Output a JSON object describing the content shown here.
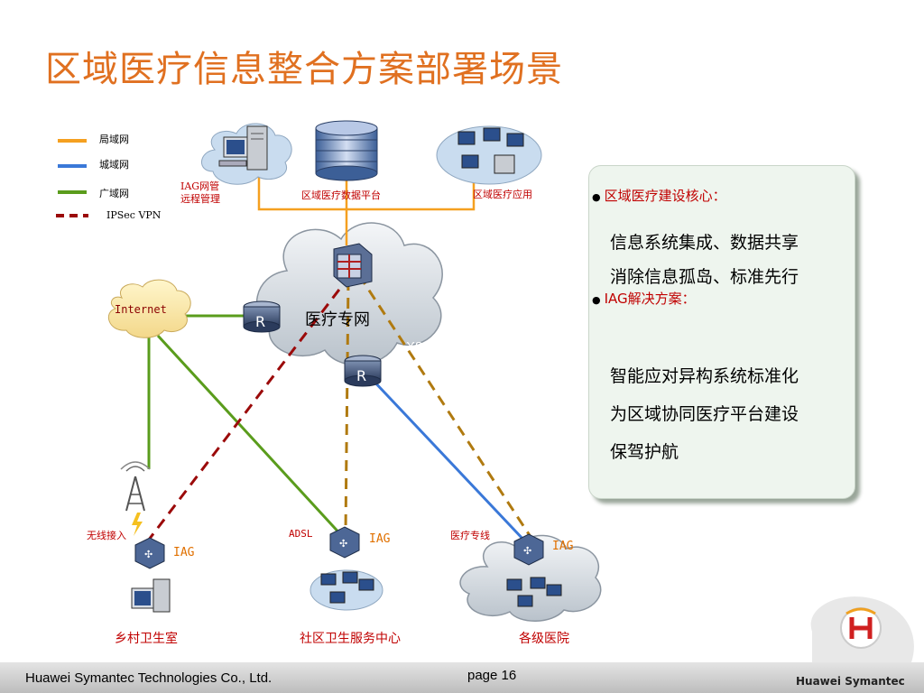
{
  "title": "区域医疗信息整合方案部署场景",
  "legend": [
    {
      "label": "局域网",
      "color": "#f5a020",
      "style": "solid"
    },
    {
      "label": "城域网",
      "color": "#3a78d8",
      "style": "solid"
    },
    {
      "label": "广域网",
      "color": "#5a9c1c",
      "style": "solid"
    },
    {
      "label": "IPSec VPN",
      "color": "#9b0a0a",
      "style": "dashed"
    }
  ],
  "top_nodes": {
    "iag_mgmt": "IAG网管\n远程管理",
    "platform": "区域医疗数据平台",
    "app": "区域医疗应用"
  },
  "cloud": {
    "label": "医疗专网",
    "router_hidden_text": "X8"
  },
  "internet": "Internet",
  "links": {
    "wireless": "无线接入",
    "adsl": "ADSL",
    "dedicated": "医疗专线"
  },
  "iag_label": "IAG",
  "sites": [
    "乡村卫生室",
    "社区卫生服务中心",
    "各级医院"
  ],
  "panel": {
    "heading1": "区域医疗建设核心：",
    "lines1": [
      "信息系统集成、数据共享",
      "消除信息孤岛、标准先行"
    ],
    "heading2": "IAG解决方案：",
    "lines2": [
      "智能应对异构系统标准化",
      "为区域协同医疗平台建设",
      "保驾护航"
    ]
  },
  "footer": {
    "company": "Huawei Symantec Technologies Co., Ltd.",
    "page": "page 16",
    "brand": "Huawei Symantec"
  }
}
